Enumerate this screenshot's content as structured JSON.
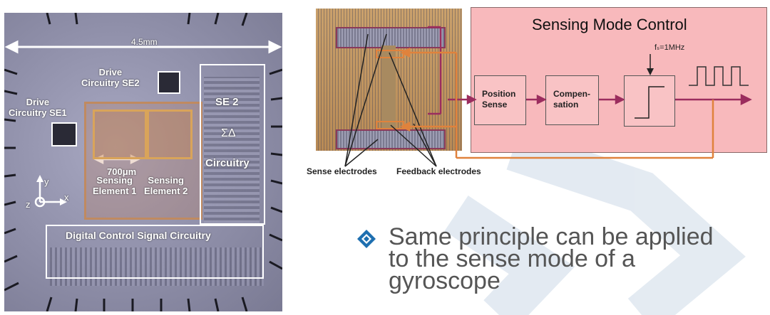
{
  "die": {
    "dimension_label": "4.5mm",
    "drive_se2": "Drive\nCircuitry SE2",
    "drive_se1": "Drive\nCircuitry SE1",
    "se2": "SE 2",
    "sigma_delta": "ΣΔ",
    "circuitry": "Circuitry",
    "element_pitch": "700μm",
    "sensing_element_1": "Sensing\nElement 1",
    "sensing_element_2": "Sensing\nElement 2",
    "digital_control": "Digital Control Signal Circuitry",
    "axis_y": "y",
    "axis_x": "x",
    "axis_z": "z"
  },
  "electrodes": {
    "sense_label": "Sense electrodes",
    "feedback_label": "Feedback electrodes"
  },
  "control": {
    "title": "Sensing Mode Control",
    "position_sense": "Position\nSense",
    "compensation": "Compen-\nsation",
    "clock": "fₛ=1MHz"
  },
  "bullet": {
    "text": "Same principle can be applied to the sense mode of a gyroscope"
  },
  "colors": {
    "control_bg": "#f8b9bc",
    "signal_arrow": "#9b2d5e",
    "feedback_loop": "#e0823c",
    "bullet_icon": "#1e6fb0"
  }
}
